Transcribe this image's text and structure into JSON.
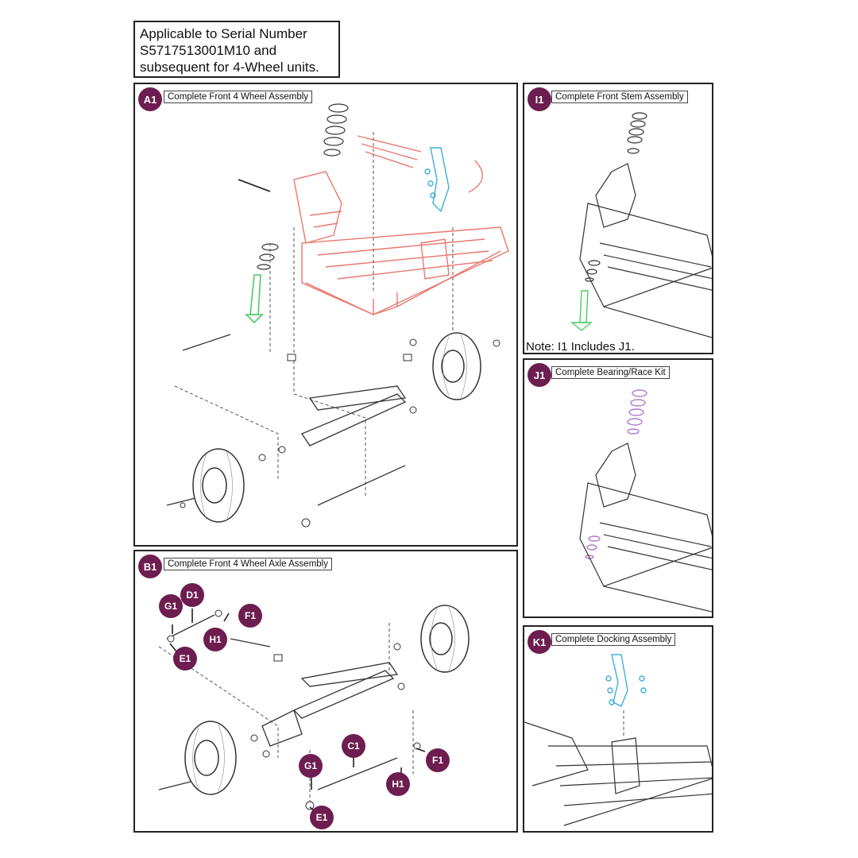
{
  "header": {
    "line1": "Applicable to Serial Number",
    "line2": "S5717513001M10 and",
    "line3": "subsequent for 4-Wheel units."
  },
  "panels": {
    "a1": {
      "badge": "A1",
      "title": "Complete Front 4 Wheel Assembly"
    },
    "b1": {
      "badge": "B1",
      "title": "Complete Front 4 Wheel Axle Assembly"
    },
    "i1": {
      "badge": "I1",
      "title": "Complete Front Stem Assembly",
      "note": "Note: I1 Includes J1."
    },
    "j1": {
      "badge": "J1",
      "title": "Complete Bearing/Race Kit"
    },
    "k1": {
      "badge": "K1",
      "title": "Complete Docking Assembly"
    }
  },
  "callouts": {
    "g1_top": "G1",
    "d1": "D1",
    "f1_top": "F1",
    "h1_top": "H1",
    "e1_top": "E1",
    "c1": "C1",
    "g1_bottom": "G1",
    "f1_bottom": "F1",
    "h1_bottom": "H1",
    "e1_bottom": "E1"
  },
  "colors": {
    "badge": "#6d1d4f",
    "frame_highlight": "#e8786e",
    "stem_highlight": "#4fc96a",
    "docking_highlight": "#3ab0d8",
    "bearing_highlight": "#b07ad0",
    "line": "#333333"
  }
}
